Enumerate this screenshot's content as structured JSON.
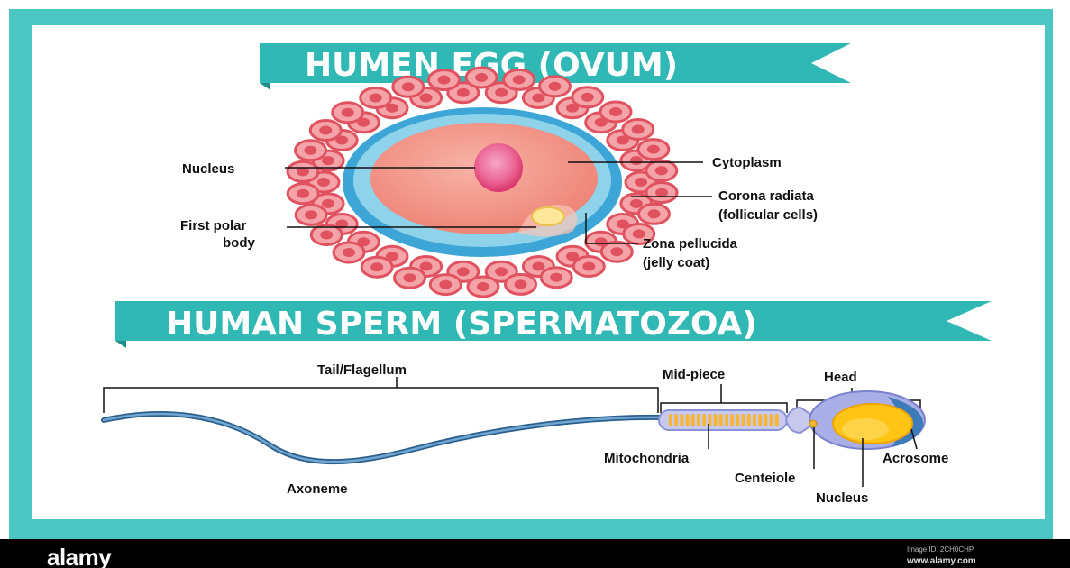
{
  "colors": {
    "frame": "#4cc6c3",
    "banner": "#2fb8b4",
    "banner_dark": "#1e8f8c",
    "follicle_outer": "#e0525f",
    "follicle_inner": "#f4a3a8",
    "zona": "#8fd3ea",
    "zona_dark": "#3da6d6",
    "cytoplasm": "#f2958a",
    "nucleus": "#e6447a",
    "polar_body": "#fde79a",
    "tail": "#4a86b5",
    "mitochondria": "#f6b634",
    "head_outer": "#8a92d8",
    "head_inner": "#ffc414"
  },
  "titles": {
    "egg": "HUMEN EGG (OVUM)",
    "sperm": "HUMAN SPERM (SPERMATOZOA)"
  },
  "egg_labels": {
    "nucleus": "Nucleus",
    "cytoplasm": "Cytoplasm",
    "corona_1": "Corona radiata",
    "corona_2": "(follicular cells)",
    "polar_1": "First polar",
    "polar_2": "body",
    "zona_1": "Zona pellucida",
    "zona_2": "(jelly coat)"
  },
  "sperm_labels": {
    "tail": "Tail/Flagellum",
    "midpiece": "Mid-piece",
    "head": "Head",
    "mitochondria": "Mitochondria",
    "centeiole": "Centeiole",
    "nucleus": "Nucleus",
    "acrosome": "Acrosome",
    "axoneme": "Axoneme"
  },
  "stock": {
    "logo": "alamy",
    "image_id": "Image ID: 2CH0CHP",
    "url": "www.alamy.com"
  }
}
